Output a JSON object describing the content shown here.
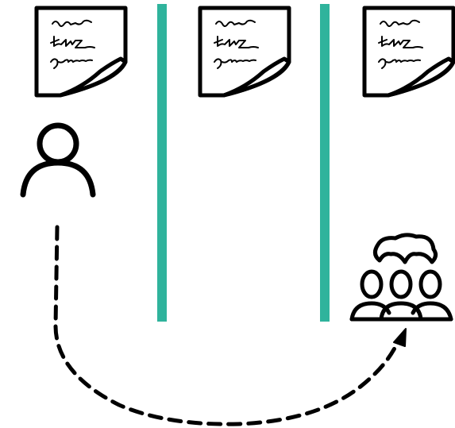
{
  "diagram": {
    "icons": {
      "document": "handwritten-document-icon",
      "person": "person-icon",
      "group": "group-of-three-people-icon",
      "arrow": "dashed-curved-arrow-icon"
    },
    "colors": {
      "ink": "#000000",
      "divider": "#2fb39c",
      "background": "#ffffff"
    },
    "documents": [
      {
        "id": "document-1"
      },
      {
        "id": "document-2"
      },
      {
        "id": "document-3"
      }
    ],
    "dividers": [
      {
        "id": "divider-1"
      },
      {
        "id": "divider-2"
      }
    ]
  }
}
